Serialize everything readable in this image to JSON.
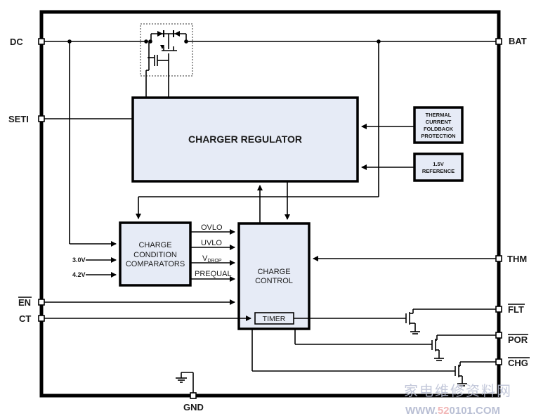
{
  "pins": {
    "dc": "DC",
    "bat": "BAT",
    "seti": "SETI",
    "en": "EN",
    "ct": "CT",
    "thm": "THM",
    "flt": "FLT",
    "por": "POR",
    "chg": "CHG",
    "gnd": "GND"
  },
  "blocks": {
    "charger_regulator": "CHARGER REGULATOR",
    "thermal": [
      "THERMAL",
      "CURRENT",
      "FOLDBACK",
      "PROTECTION"
    ],
    "reference": [
      "1.5V",
      "REFERENCE"
    ],
    "comparators": [
      "CHARGE",
      "CONDITION",
      "COMPARATORS"
    ],
    "charge_control": [
      "CHARGE",
      "CONTROL"
    ],
    "timer": "TIMER"
  },
  "signals": {
    "ovlo": "OVLO",
    "uvlo": "UVLO",
    "vdrop_main": "V",
    "vdrop_sub": "DROP",
    "prequal": "PREQUAL",
    "v30": "3.0V",
    "v42": "4.2V"
  },
  "watermark": {
    "cn": "家电维修资料网",
    "url_a": "WWW.",
    "url_b": "52",
    "url_c": "0101.COM"
  },
  "colors": {
    "block_fill": "#e6ebf6",
    "line": "#000000",
    "watermark": "#b9bfd4",
    "watermark_accent": "#f2b6b6"
  }
}
